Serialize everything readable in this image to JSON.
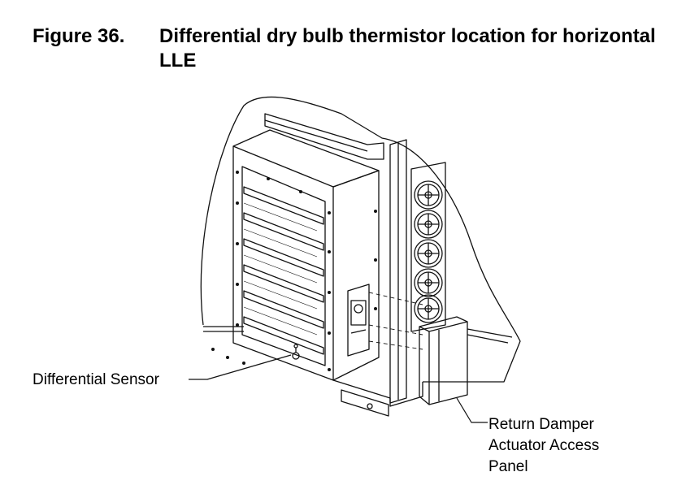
{
  "figure": {
    "number": "Figure 36.",
    "title": "Differential dry bulb thermistor location for horizontal LLE"
  },
  "callouts": {
    "differential_sensor": "Differential Sensor",
    "return_damper_line1": "Return Damper",
    "return_damper_line2": "Actuator Access",
    "return_damper_line3": "Panel"
  }
}
